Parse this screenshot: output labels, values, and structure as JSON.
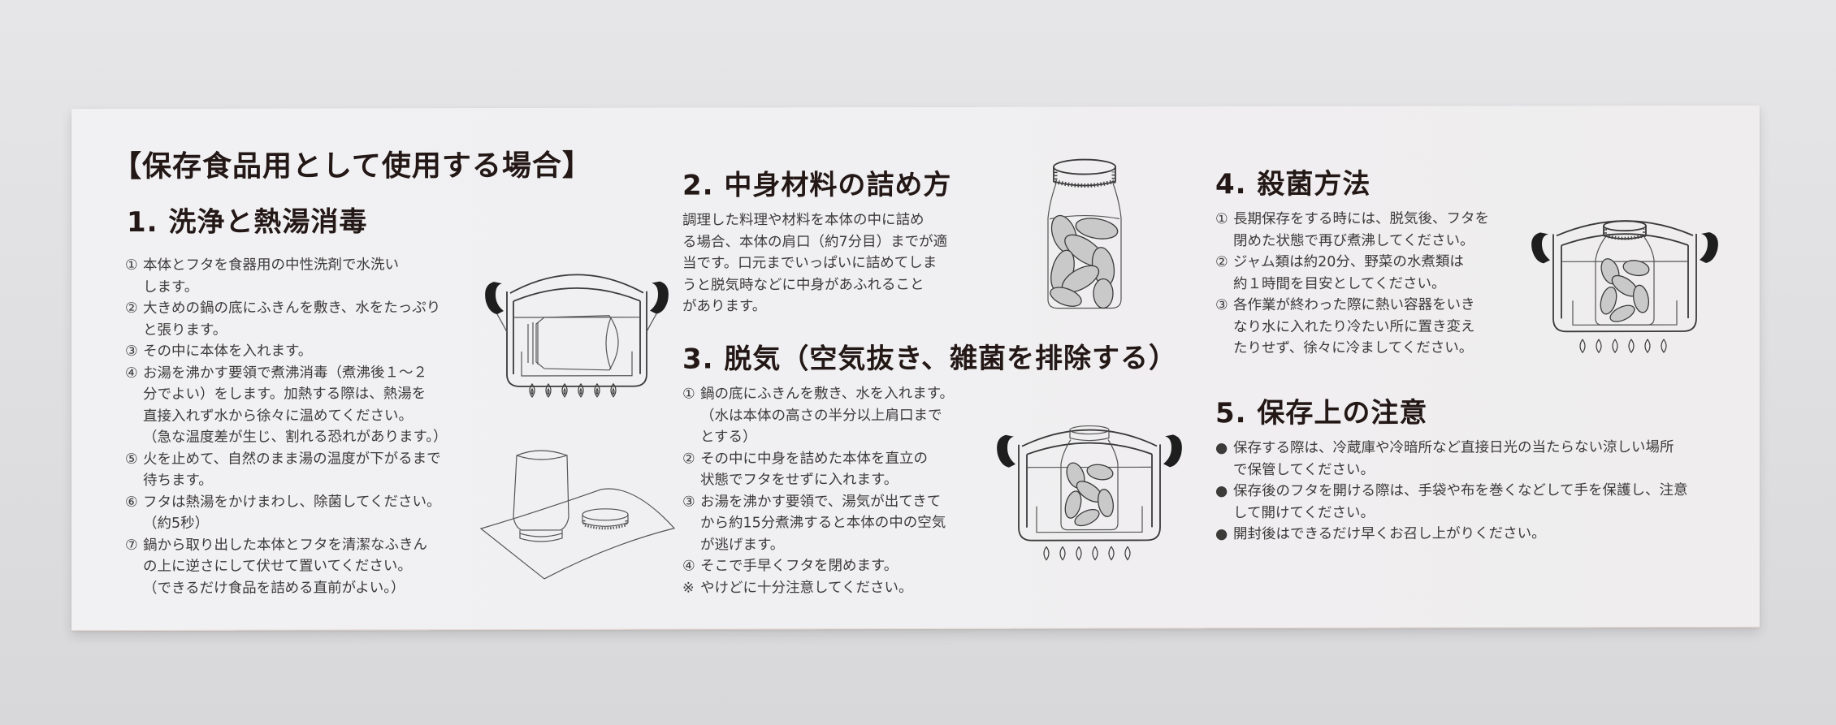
{
  "document": {
    "main_title": "【保存食品用として使用する場合】",
    "sections": [
      {
        "title": "1. 洗浄と熱湯消毒",
        "items": [
          {
            "marker": "①",
            "lines": [
              "本体とフタを食器用の中性洗剤で水洗い",
              "します。"
            ]
          },
          {
            "marker": "②",
            "lines": [
              "大きめの鍋の底にふきんを敷き、水をたっぷり",
              "と張ります。"
            ]
          },
          {
            "marker": "③",
            "lines": [
              "その中に本体を入れます。"
            ]
          },
          {
            "marker": "④",
            "lines": [
              "お湯を沸かす要領で煮沸消毒（煮沸後１～２",
              "分でよい）をします。加熱する際は、熱湯を",
              "直接入れず水から徐々に温めてください。",
              "（急な温度差が生じ、割れる恐れがあります。）"
            ]
          },
          {
            "marker": "⑤",
            "lines": [
              "火を止めて、自然のまま湯の温度が下がるまで",
              "待ちます。"
            ]
          },
          {
            "marker": "⑥",
            "lines": [
              "フタは熱湯をかけまわし、除菌してください。",
              "（約5秒）"
            ]
          },
          {
            "marker": "⑦",
            "lines": [
              "鍋から取り出した本体とフタを清潔なふきん",
              "の上に逆さにして伏せて置いてください。",
              "（できるだけ食品を詰める直前がよい。）"
            ]
          }
        ]
      },
      {
        "title": "2. 中身材料の詰め方",
        "paragraph_lines": [
          "調理した料理や材料を本体の中に詰め",
          "る場合、本体の肩口（約7分目）までが適",
          "当です。口元までいっぱいに詰めてしま",
          "うと脱気時などに中身があふれること",
          "があります。"
        ]
      },
      {
        "title": "3. 脱気（空気抜き、雑菌を排除する）",
        "items": [
          {
            "marker": "①",
            "lines": [
              "鍋の底にふきんを敷き、水を入れます。",
              "（水は本体の高さの半分以上肩口まで",
              "とする）"
            ]
          },
          {
            "marker": "②",
            "lines": [
              "その中に中身を詰めた本体を直立の",
              "状態でフタをせずに入れます。"
            ]
          },
          {
            "marker": "③",
            "lines": [
              "お湯を沸かす要領で、湯気が出てきて",
              "から約15分煮沸すると本体の中の空気",
              "が逃げます。"
            ]
          },
          {
            "marker": "④",
            "lines": [
              "そこで手早くフタを閉めます。"
            ]
          },
          {
            "marker": "※",
            "lines": [
              "やけどに十分注意してください。"
            ]
          }
        ]
      },
      {
        "title": "4. 殺菌方法",
        "items": [
          {
            "marker": "①",
            "lines": [
              "長期保存をする時には、脱気後、フタを",
              "閉めた状態で再び煮沸してください。"
            ]
          },
          {
            "marker": "②",
            "lines": [
              "ジャム類は約20分、野菜の水煮類は",
              "約１時間を目安としてください。"
            ]
          },
          {
            "marker": "③",
            "lines": [
              "各作業が終わった際に熱い容器をいき",
              "なり水に入れたり冷たい所に置き変え",
              "たりせず、徐々に冷ましてください。"
            ]
          }
        ]
      },
      {
        "title": "5. 保存上の注意",
        "items": [
          {
            "marker": "●",
            "lines": [
              "保存する際は、冷蔵庫や冷暗所など直接日光の当たらない涼しい場所",
              "で保管してください。"
            ]
          },
          {
            "marker": "●",
            "lines": [
              "保存後のフタを開ける際は、手袋や布を巻くなどして手を保護し、注意",
              "して開けてください。"
            ]
          },
          {
            "marker": "●",
            "lines": [
              "開封後はできるだけ早くお召し上がりください。"
            ]
          }
        ]
      }
    ],
    "illustrations": [
      {
        "id": "pot-jar-lying",
        "description": "jar lying sideways in pot of water over flame",
        "flames": 6
      },
      {
        "id": "jar-upside-down-on-cloth",
        "description": "jar and lid placed upside down on cloth"
      },
      {
        "id": "filled-jar",
        "description": "jar filled with beans, lid on"
      },
      {
        "id": "pot-jar-upright-open",
        "description": "filled jar upright without lid in pot",
        "flames": 6
      },
      {
        "id": "pot-jar-upright-lidded",
        "description": "filled jar with lid in pot",
        "flames": 6
      }
    ],
    "colors": {
      "text": "#3d3a3a",
      "heading": "#231816",
      "paper": "#f0eff1",
      "background": "#dedee0"
    }
  }
}
